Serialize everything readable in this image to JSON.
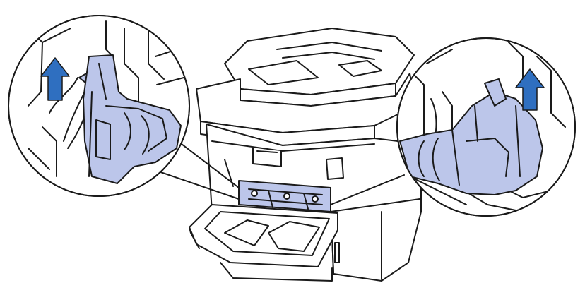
{
  "figure": {
    "colors": {
      "outline": "#1a1a1a",
      "highlight": "#bcc6ea",
      "arrow": "#2f6fc0",
      "background": "#ffffff"
    },
    "callouts": [
      {
        "side": "left",
        "arrow_direction": "up"
      },
      {
        "side": "right",
        "arrow_direction": "up"
      }
    ],
    "icons": [
      "up-arrow-icon",
      "up-arrow-icon"
    ]
  }
}
